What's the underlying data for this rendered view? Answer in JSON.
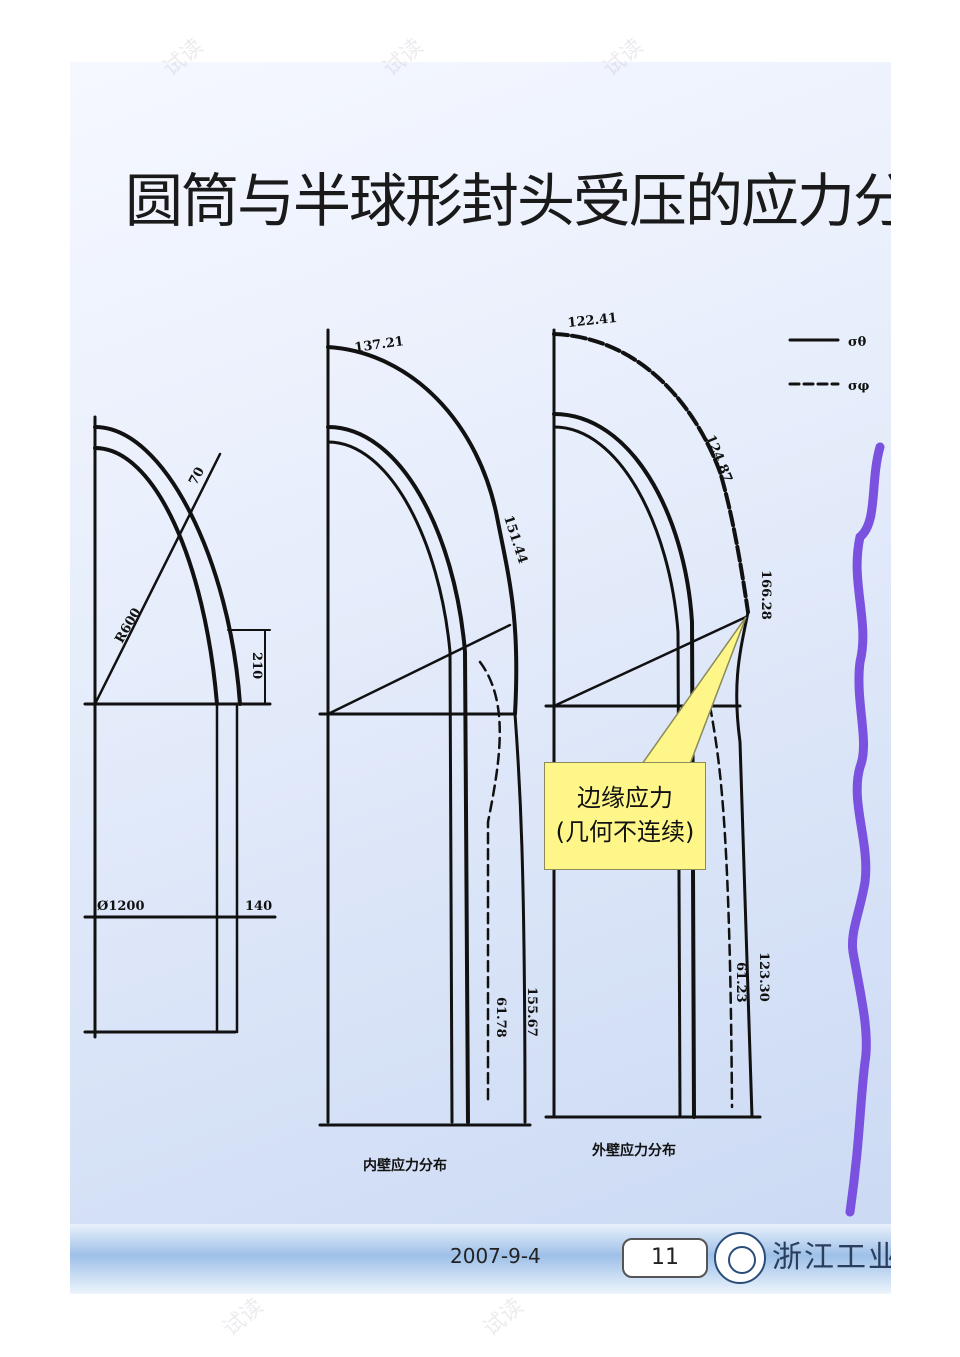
{
  "slide": {
    "title": "圆筒与半球形封头受压的应力分布",
    "watermark": "试读",
    "figure": {
      "geometry": {
        "radius_label": "R600",
        "thickness_label": "70",
        "height_label": "210",
        "diameter_label": "Ø1200",
        "shell_thickness_label": "140"
      },
      "inner_wall": {
        "caption": "内壁应力分布",
        "top_value": "137.21",
        "edge_value": "151.44",
        "shell_value_1": "61.78",
        "shell_value_2": "155.67"
      },
      "outer_wall": {
        "caption": "外壁应力分布",
        "top_value": "122.41",
        "mid_value": "124.87",
        "edge_value": "166.28",
        "shell_value_1": "61.23",
        "shell_value_2": "123.30"
      },
      "legend": {
        "solid": "σθ",
        "dashed": "σφ"
      }
    },
    "callout": {
      "line1": "边缘应力",
      "line2": "(几何不连续)"
    },
    "footer": {
      "date": "2007-9-4",
      "page": "11",
      "logo_text": "浙江工业大学"
    }
  }
}
